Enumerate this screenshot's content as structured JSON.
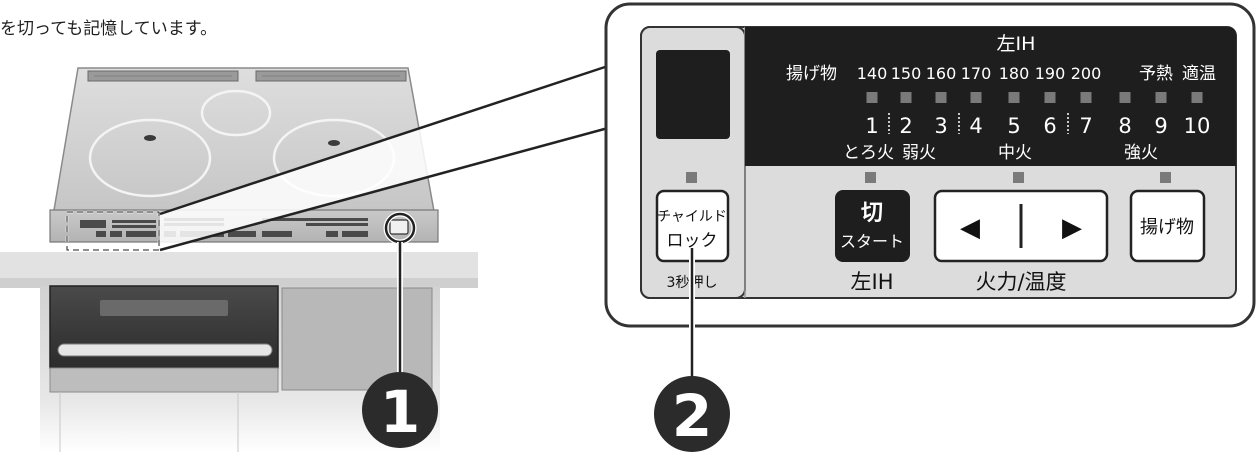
{
  "caption": "を切っても記憶しています。",
  "panel": {
    "section_label": "左IH",
    "agemono_label": "揚げ物",
    "temps": [
      "140",
      "150",
      "160",
      "170",
      "180",
      "190",
      "200"
    ],
    "preheat_label": "予熱",
    "optimal_label": "適温",
    "levels": [
      "1",
      "2",
      "3",
      "4",
      "5",
      "6",
      "7",
      "8",
      "9",
      "10"
    ],
    "heat_low_label": "とろ火",
    "heat_weak_label": "弱火",
    "heat_mid_label": "中火",
    "heat_strong_label": "強火",
    "child_lock_line1": "チャイルド",
    "child_lock_line2": "ロック",
    "child_lock_hint": "3秒押し",
    "off_start_line1": "切",
    "off_start_line2": "スタート",
    "off_start_caption": "左IH",
    "power_left_glyph": "◀",
    "power_right_glyph": "▶",
    "power_caption": "火力/温度",
    "agemono_button_label": "揚げ物"
  },
  "markers": [
    "1",
    "2"
  ],
  "colors": {
    "panel_dark": "#1e1e1e",
    "panel_grey": "#dcdcdc",
    "frame": "#333333",
    "indicator": "#7a7a7a",
    "cooktop_glass": "#cfcfcf",
    "marker": "#2b2b2b"
  }
}
